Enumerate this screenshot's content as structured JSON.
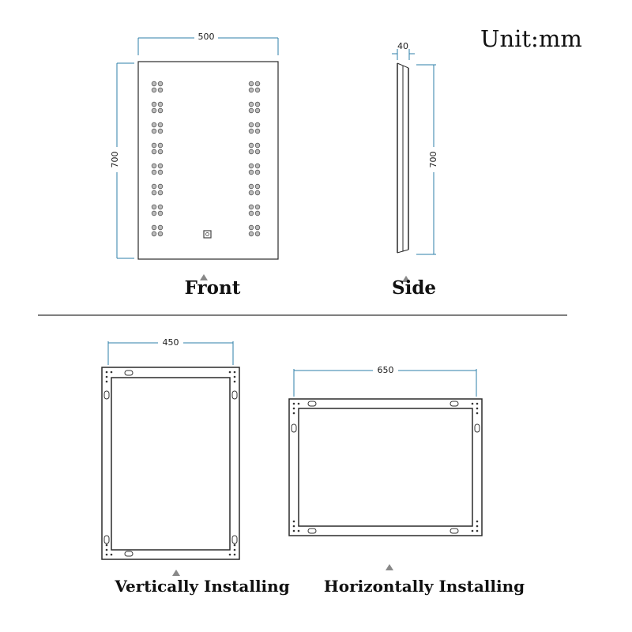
{
  "unit_label": "Unit:mm",
  "front": {
    "label": "Front",
    "width": "500",
    "height": "700"
  },
  "side": {
    "label": "Side",
    "depth": "40",
    "height": "700"
  },
  "vertical": {
    "label": "Vertically Installing",
    "width": "450"
  },
  "horizontal": {
    "label": "Horizontally Installing",
    "width": "650"
  },
  "colors": {
    "dimension_line": "#2d7fa8",
    "outline": "#2a2a2a",
    "marker": "#888888"
  }
}
